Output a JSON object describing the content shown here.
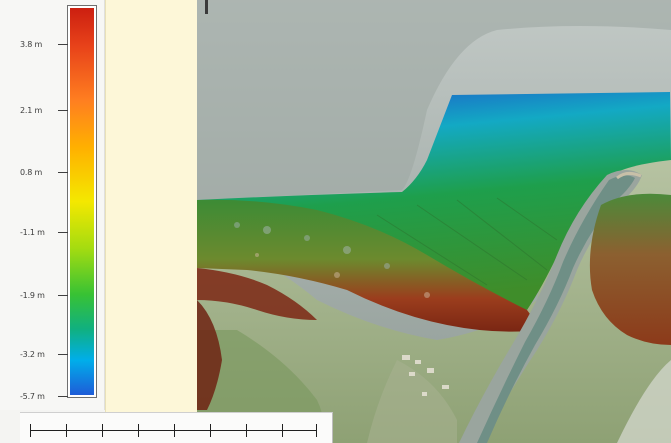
{
  "legend": {
    "ticks": [
      "3.8 m",
      "2.1 m",
      "0.8 m",
      "-1.1 m",
      "-1.9 m",
      "-3.2 m",
      "-5.7 m"
    ]
  },
  "colors": {
    "ramp_high": "#cc1f10",
    "ramp_mid": "#f4e800",
    "ramp_low": "#1e5cd8"
  },
  "scale_bar": {
    "segments": 8
  }
}
